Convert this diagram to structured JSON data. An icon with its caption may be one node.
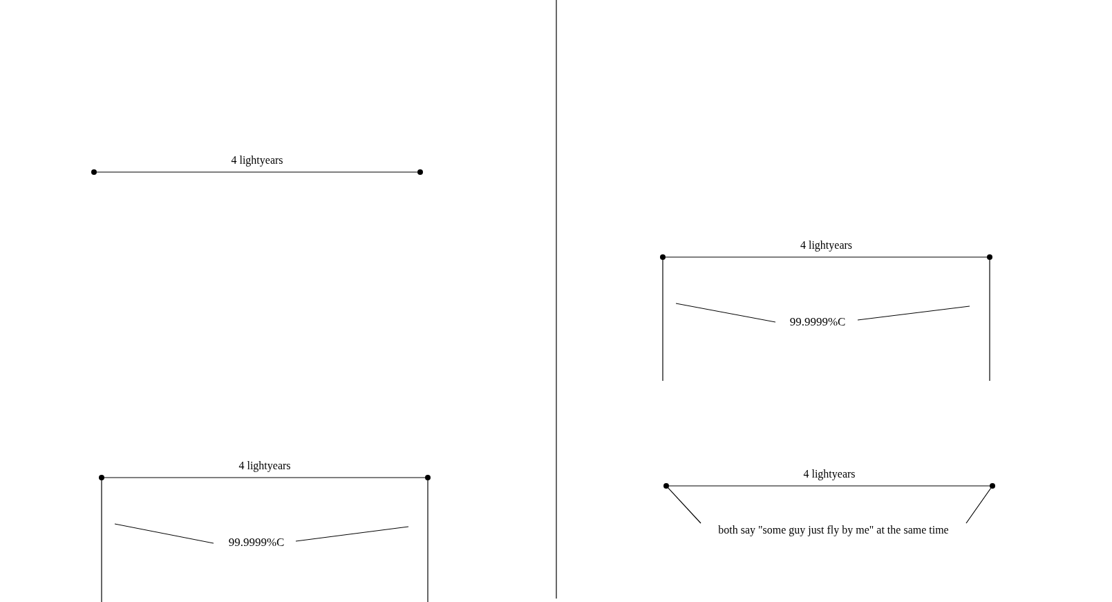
{
  "diagram": {
    "nodes": [
      {
        "text": [],
        "shape": "circle"
      },
      {
        "text": [],
        "shape": "circle"
      },
      {
        "text": [],
        "shape": "circle"
      },
      {
        "text": [],
        "shape": "circle"
      },
      {
        "text": [],
        "shape": "circle"
      },
      {
        "text": [],
        "shape": "circle"
      },
      {
        "text": [],
        "shape": "circle"
      },
      {
        "text": [],
        "shape": "circle"
      },
      {
        "text": [
          "both say \"some guy just fly by me\" at the same time"
        ]
      }
    ],
    "edges": [
      {
        "from": 0,
        "to": 1,
        "arrow": "none",
        "label": "4 lightyears"
      },
      {
        "from": 2,
        "to": 3,
        "arrow": "none",
        "label": "4 lightyears"
      },
      {
        "from": 2,
        "to": null,
        "arrow": "none"
      },
      {
        "from": 3,
        "to": null,
        "arrow": "none"
      },
      {
        "from": 4,
        "to": 5,
        "arrow": "none",
        "label": "4 lightyears"
      },
      {
        "from": 4,
        "to": null,
        "arrow": "none"
      },
      {
        "from": 5,
        "to": null,
        "arrow": "none"
      },
      {
        "from": 6,
        "to": 7,
        "arrow": "none",
        "label": "4 lightyears"
      },
      {
        "from": 8,
        "to": 6,
        "arrow": "none"
      },
      {
        "from": 8,
        "to": 7,
        "arrow": "none"
      }
    ],
    "labels": [
      "99.9999%C",
      "99.9999%C"
    ]
  }
}
